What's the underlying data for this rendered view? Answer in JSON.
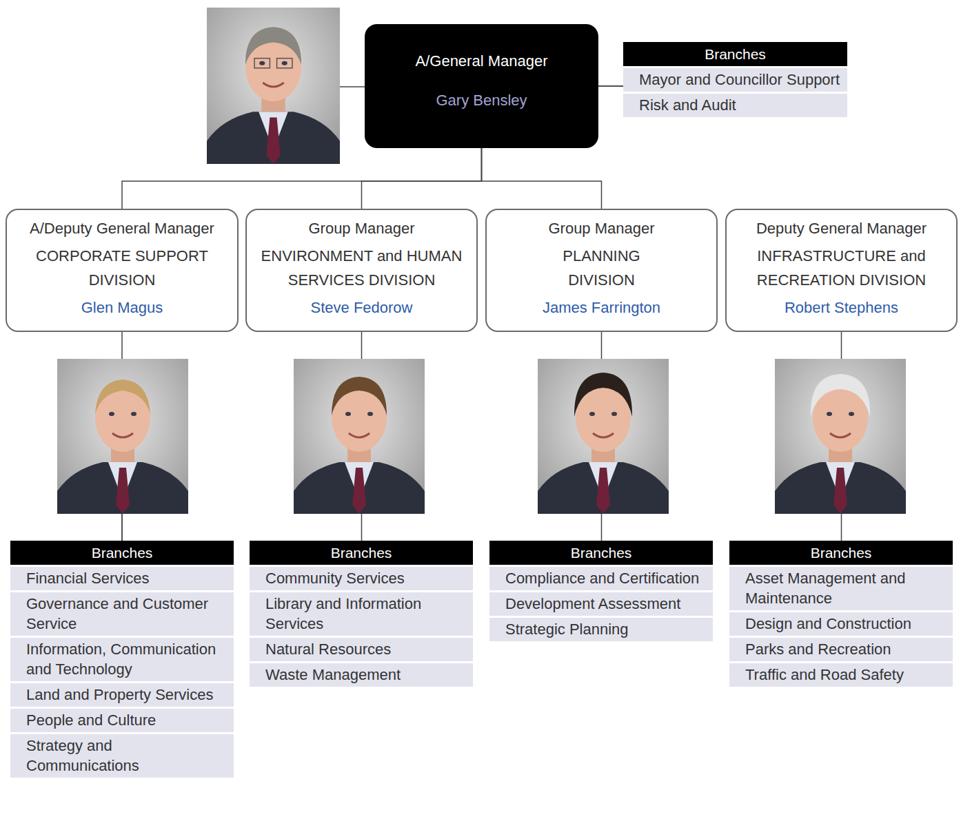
{
  "diagram": {
    "nodes": [
      {
        "text": [
          "A/General Manager",
          "Gary Bensley"
        ]
      },
      {
        "text": [
          "Branches"
        ]
      },
      {
        "text": [
          "Mayor and Councillor Support"
        ],
        "in": 1
      },
      {
        "text": [
          "Risk and Audit"
        ],
        "in": 1
      },
      {
        "text": [
          "A/Deputy General Manager",
          "CORPORATE SUPPORT DIVISION",
          "Glen Magus"
        ]
      },
      {
        "text": [
          "Group Manager",
          "ENVIRONMENT and HUMAN SERVICES DIVISION",
          "Steve Fedorow"
        ]
      },
      {
        "text": [
          "Group Manager",
          "PLANNING DIVISION",
          "James Farrington"
        ]
      },
      {
        "text": [
          "Deputy General Manager",
          "INFRASTRUCTURE and RECREATION DIVISION",
          "Robert Stephens"
        ]
      },
      {
        "text": [
          "Branches"
        ]
      },
      {
        "text": [
          "Financial Services"
        ],
        "in": 8
      },
      {
        "text": [
          "Governance and Customer Service"
        ],
        "in": 8
      },
      {
        "text": [
          "Information, Communication and Technology"
        ],
        "in": 8
      },
      {
        "text": [
          "Land and Property Services"
        ],
        "in": 8
      },
      {
        "text": [
          "People and Culture"
        ],
        "in": 8
      },
      {
        "text": [
          "Strategy and Communications"
        ],
        "in": 8
      },
      {
        "text": [
          "Branches"
        ]
      },
      {
        "text": [
          "Community Services"
        ],
        "in": 15
      },
      {
        "text": [
          "Library and Information Services"
        ],
        "in": 15
      },
      {
        "text": [
          "Natural Resources"
        ],
        "in": 15
      },
      {
        "text": [
          "Waste Management"
        ],
        "in": 15
      },
      {
        "text": [
          "Branches"
        ]
      },
      {
        "text": [
          "Compliance and Certification"
        ],
        "in": 20
      },
      {
        "text": [
          "Development Assessment"
        ],
        "in": 20
      },
      {
        "text": [
          "Strategic Planning"
        ],
        "in": 20
      },
      {
        "text": [
          "Branches"
        ]
      },
      {
        "text": [
          "Asset Management and Maintenance"
        ],
        "in": 24
      },
      {
        "text": [
          "Design and Construction"
        ],
        "in": 24
      },
      {
        "text": [
          "Parks and Recreation"
        ],
        "in": 24
      },
      {
        "text": [
          "Traffic and Road Safety"
        ],
        "in": 24
      }
    ],
    "edges": [
      {
        "from": 0,
        "to": 1,
        "arrow": "none"
      },
      {
        "from": 0,
        "to": 4,
        "arrow": "none"
      },
      {
        "from": 0,
        "to": 5,
        "arrow": "none"
      },
      {
        "from": 0,
        "to": 6,
        "arrow": "none"
      },
      {
        "from": 0,
        "to": 7,
        "arrow": "none"
      },
      {
        "from": 4,
        "to": 8,
        "arrow": "none"
      },
      {
        "from": 5,
        "to": 15,
        "arrow": "none"
      },
      {
        "from": 6,
        "to": 20,
        "arrow": "none"
      },
      {
        "from": 7,
        "to": 24,
        "arrow": "none"
      }
    ]
  }
}
